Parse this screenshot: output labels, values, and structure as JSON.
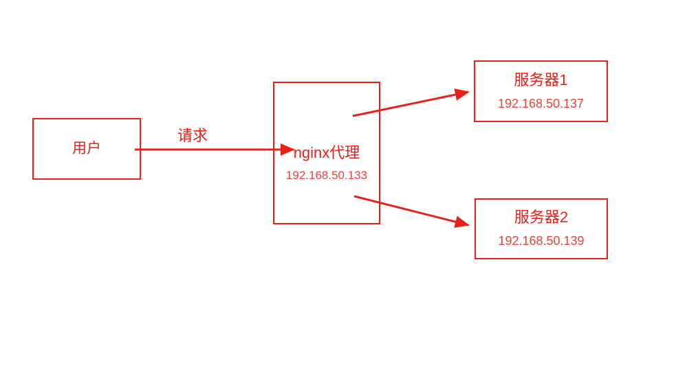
{
  "diagram": {
    "title": "nginx reverse proxy load balancing diagram",
    "colors": {
      "stroke": "#e8201a",
      "title_text": "#e8201a",
      "ip_text": "#e8443c",
      "background": "#ffffff"
    },
    "nodes": [
      {
        "id": "user",
        "title": "用户",
        "ip": ""
      },
      {
        "id": "proxy",
        "title": "nginx代理",
        "ip": "192.168.50.133"
      },
      {
        "id": "server1",
        "title": "服务器1",
        "ip": "192.168.50.137"
      },
      {
        "id": "server2",
        "title": "服务器2",
        "ip": "192.168.50.139"
      }
    ],
    "edges": [
      {
        "id": "user-to-proxy",
        "label": "请求",
        "from": "user",
        "to": "proxy"
      },
      {
        "id": "proxy-to-server1",
        "label": "",
        "from": "proxy",
        "to": "server1"
      },
      {
        "id": "proxy-to-server2",
        "label": "",
        "from": "proxy",
        "to": "server2"
      }
    ]
  }
}
